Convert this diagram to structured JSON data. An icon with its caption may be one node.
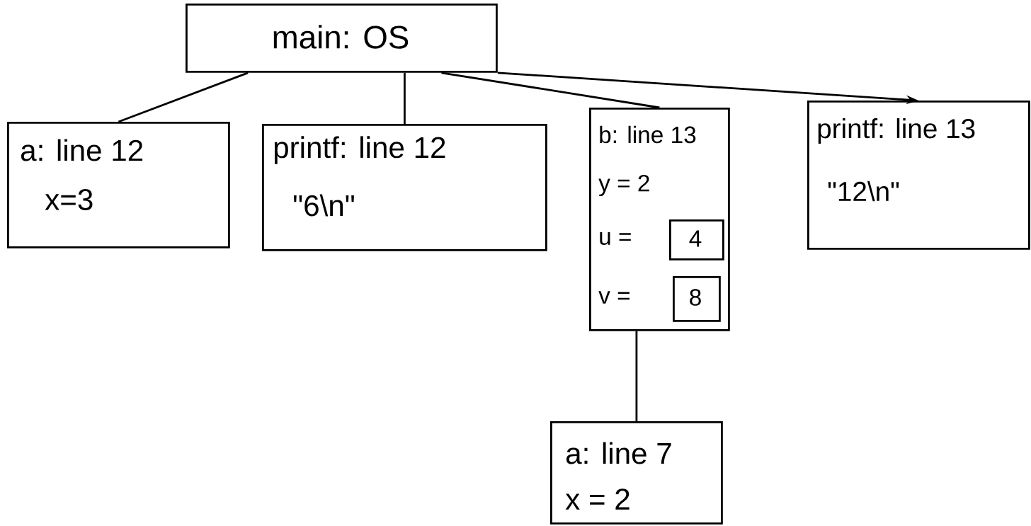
{
  "diagram": {
    "nodes": [
      {
        "text": [
          "main: OS"
        ]
      },
      {
        "text": [
          "a: line 12",
          "x=3"
        ]
      },
      {
        "text": [
          "printf: line 12",
          "\"6\\n\""
        ]
      },
      {
        "text": [
          "b: line 13",
          "y = 2",
          "u =",
          "v ="
        ]
      },
      {
        "text": [
          "4"
        ],
        "in": 3
      },
      {
        "text": [
          "8"
        ],
        "in": 3
      },
      {
        "text": [
          "printf: line 13",
          "\"12\\n\""
        ]
      },
      {
        "text": [
          "a: line 7",
          "x = 2"
        ]
      }
    ],
    "edges": [
      {
        "from": 0,
        "to": 1,
        "arrow": "none"
      },
      {
        "from": 0,
        "to": 2,
        "arrow": "none"
      },
      {
        "from": 0,
        "to": 3,
        "arrow": "none"
      },
      {
        "from": 0,
        "to": 6,
        "arrow": "to"
      },
      {
        "from": 3,
        "to": 7,
        "arrow": "none"
      }
    ]
  }
}
